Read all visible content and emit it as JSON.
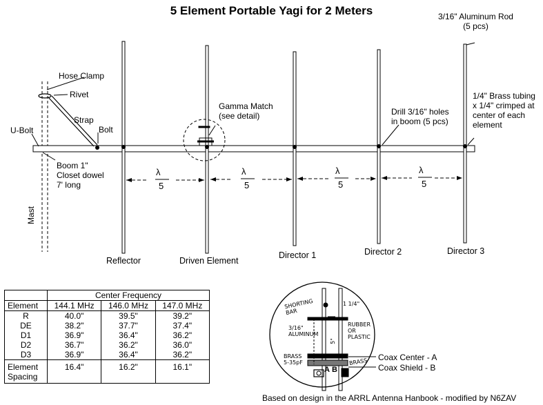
{
  "title": "5 Element Portable Yagi for 2 Meters",
  "labels": {
    "aluminum_rod": "3/16\" Aluminum Rod\n(5 pcs)",
    "brass_tubing": "1/4\" Brass tubing\nx 1/4\" crimped at\ncenter of each\nelement",
    "hose_clamp": "Hose Clamp",
    "rivet": "Rivet",
    "strap": "Strap",
    "bolt": "Bolt",
    "u_bolt": "U-Bolt",
    "boom": "Boom 1\"\nCloset dowel\n7' long",
    "mast": "Mast",
    "gamma_match": "Gamma Match\n(see detail)",
    "drill": "Drill 3/16\" holes\nin boom (5 pcs)",
    "spacing_numerator": "λ",
    "spacing_denominator": "5"
  },
  "elements": [
    "Reflector",
    "Driven Element",
    "Director 1",
    "Director 2",
    "Director 3"
  ],
  "table": {
    "header": "Center Frequency",
    "columns": [
      "Element",
      "144.1 MHz",
      "146.0 MHz",
      "147.0 MHz"
    ],
    "rows": [
      {
        "element": "R",
        "values": [
          "40.0\"",
          "39.5\"",
          "39.2\""
        ]
      },
      {
        "element": "DE",
        "values": [
          "38.2\"",
          "37.7\"",
          "37.4\""
        ]
      },
      {
        "element": "D1",
        "values": [
          "36.9\"",
          "36.4\"",
          "36.2\""
        ]
      },
      {
        "element": "D2",
        "values": [
          "36.7\"",
          "36.2\"",
          "36.0\""
        ]
      },
      {
        "element": "D3",
        "values": [
          "36.9\"",
          "36.4\"",
          "36.2\""
        ]
      }
    ],
    "spacing": {
      "label": "Element\nSpacing",
      "values": [
        "16.4\"",
        "16.2\"",
        "16.1\""
      ]
    }
  },
  "detail": {
    "shorting_bar": "SHORTING\nBAR",
    "width": "1 1/4\"",
    "height": "5\"",
    "aluminum": "3/16\"\nALUMINUM",
    "rubber": "RUBBER\nOR\nPLASTIC",
    "brass_left": "BRASS\n5-35pF",
    "brass_right": "BRASS",
    "a": "A",
    "b": "B",
    "coax_center": "Coax Center - A",
    "coax_shield": "Coax Shield - B"
  },
  "credit": "Based on design in the ARRL Antenna Hanbook - modified by N6ZAV"
}
